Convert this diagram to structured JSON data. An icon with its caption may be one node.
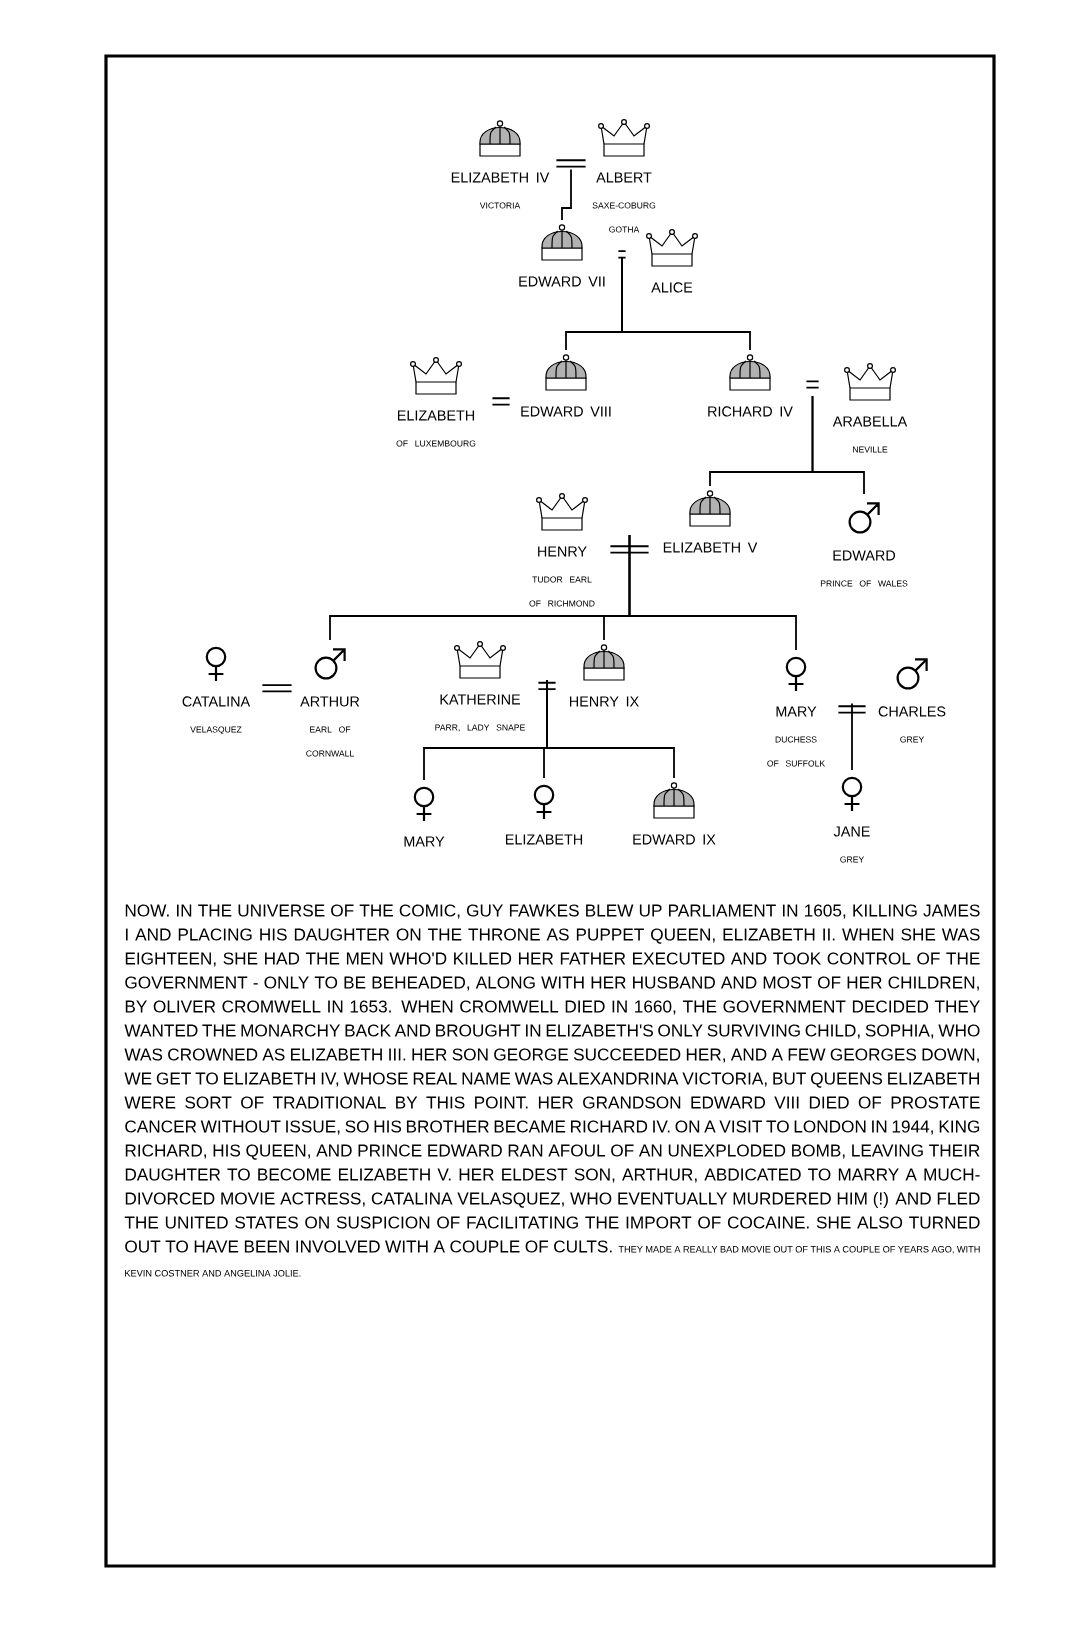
{
  "diagram": {
    "nodes": [
      {
        "text": [
          "ELIZABETH IV",
          "VICTORIA"
        ]
      },
      {
        "text": [
          "ALBERT",
          "SAXE-COBURG GOTHA"
        ]
      },
      {
        "text": [
          "EDWARD VII"
        ]
      },
      {
        "text": [
          "ALICE"
        ]
      },
      {
        "text": [
          "ELIZABETH",
          "OF LUXEMBOURG"
        ]
      },
      {
        "text": [
          "EDWARD VIII"
        ]
      },
      {
        "text": [
          "RICHARD IV"
        ]
      },
      {
        "text": [
          "ARABELLA",
          "NEVILLE"
        ]
      },
      {
        "text": [
          "HENRY",
          "TUDOR EARL OF RICHMOND"
        ]
      },
      {
        "text": [
          "ELIZABETH V"
        ]
      },
      {
        "text": [
          "EDWARD",
          "PRINCE OF WALES"
        ]
      },
      {
        "text": [
          "CATALINA",
          "VELASQUEZ"
        ]
      },
      {
        "text": [
          "ARTHUR",
          "EARL OF CORNWALL"
        ]
      },
      {
        "text": [
          "KATHERINE",
          "PARR, LADY SNAPE"
        ]
      },
      {
        "text": [
          "HENRY IX"
        ]
      },
      {
        "text": [
          "MARY",
          "DUCHESS OF SUFFOLK"
        ]
      },
      {
        "text": [
          "CHARLES",
          "GREY"
        ]
      },
      {
        "text": [
          "MARY"
        ]
      },
      {
        "text": [
          "ELIZABETH"
        ]
      },
      {
        "text": [
          "EDWARD IX"
        ]
      },
      {
        "text": [
          "JANE",
          "GREY"
        ]
      }
    ],
    "edges": [
      {
        "from": 0,
        "to": 1,
        "arrow": "none"
      },
      {
        "from": 2,
        "to": 3,
        "arrow": "none"
      },
      {
        "from": 4,
        "to": 5,
        "arrow": "none"
      },
      {
        "from": 6,
        "to": 7,
        "arrow": "none"
      },
      {
        "from": 8,
        "to": 9,
        "arrow": "none"
      },
      {
        "from": 11,
        "to": 12,
        "arrow": "none"
      },
      {
        "from": 13,
        "to": 14,
        "arrow": "none"
      },
      {
        "from": 15,
        "to": 16,
        "arrow": "none"
      },
      {
        "from": 0,
        "to": 2,
        "arrow": "none"
      },
      {
        "from": 2,
        "to": 5,
        "arrow": "none"
      },
      {
        "from": 2,
        "to": 6,
        "arrow": "none"
      },
      {
        "from": 6,
        "to": 9,
        "arrow": "none"
      },
      {
        "from": 6,
        "to": 10,
        "arrow": "none"
      },
      {
        "from": 9,
        "to": 12,
        "arrow": "none"
      },
      {
        "from": 9,
        "to": 14,
        "arrow": "none"
      },
      {
        "from": 9,
        "to": 15,
        "arrow": "none"
      },
      {
        "from": 14,
        "to": 17,
        "arrow": "none"
      },
      {
        "from": 14,
        "to": 18,
        "arrow": "none"
      },
      {
        "from": 14,
        "to": 19,
        "arrow": "none"
      },
      {
        "from": 15,
        "to": 20,
        "arrow": "none"
      }
    ],
    "labels": [
      "NOW. IN THE UNIVERSE OF THE COMIC, GUY FAWKES BLEW UP PARLIAMENT IN 1605, KILLING JAMES I AND PLACING HIS DAUGHTER ON THE THRONE AS PUPPET QUEEN, ELIZABETH II. WHEN SHE WAS EIGHTEEN, SHE HAD THE MEN WHO'D KILLED HER FATHER EXECUTED AND TOOK CONTROL OF THE GOVERNMENT - ONLY TO BE BEHEADED, ALONG WITH HER HUSBAND AND MOST OF HER CHILDREN, BY OLIVER CROMWELL IN 1653. WHEN CROMWELL DIED IN 1660, THE GOVERNMENT DECIDED THEY WANTED THE MONARCHY BACK AND BROUGHT IN ELIZABETH'S ONLY SURVIVING CHILD, SOPHIA, WHO WAS CROWNED AS ELIZABETH III. HER SON GEORGE SUCCEEDED HER, AND A FEW GEORGES DOWN, WE GET TO ELIZABETH IV, WHOSE REAL NAME WAS ALEXANDRINA VICTORIA, BUT QUEENS ELIZABETH WERE SORT OF TRADITIONAL BY THIS POINT. HER GRANDSON EDWARD VIII DIED OF PROSTATE CANCER WITHOUT ISSUE, SO HIS BROTHER BECAME RICHARD IV. ON A VISIT TO LONDON IN 1944, KING RICHARD, HIS QUEEN, AND PRINCE EDWARD RAN AFOUL OF AN UNEXPLODED BOMB, LEAVING THEIR DAUGHTER TO BECOME ELIZABETH V. HER ELDEST SON, ARTHUR, ABDICATED TO MARRY A MUCH-DIVORCED MOVIE ACTRESS, CATALINA VELASQUEZ, WHO EVENTUALLY MURDERED HIM (!) AND FLED THE UNITED STATES ON SUSPICION OF FACILITATING THE IMPORT OF COCAINE. SHE ALSO TURNED OUT TO HAVE BEEN INVOLVED WITH A COUPLE OF CULTS.",
      "THEY MADE A REALLY BAD MOVIE OUT OF THIS A COUPLE OF YEARS AGO, WITH KEVIN COSTNER AND ANGELINA JOLIE."
    ]
  }
}
